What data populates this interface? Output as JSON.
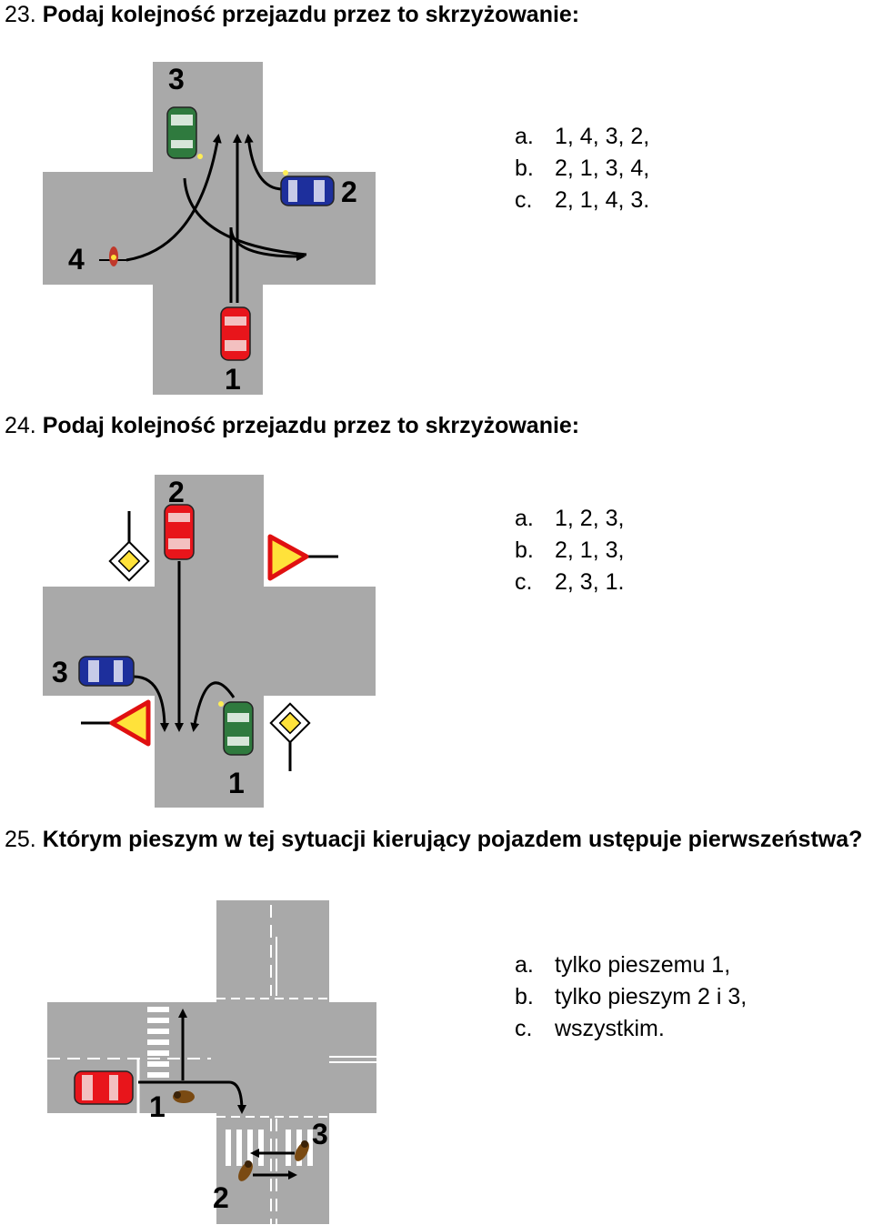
{
  "questions": [
    {
      "number": "23.",
      "text": "Podaj kolejność przejazdu przez to skrzyżowanie:",
      "answers": [
        {
          "label": "a.",
          "text": "1, 4, 3, 2,"
        },
        {
          "label": "b.",
          "text": "2, 1, 3, 4,"
        },
        {
          "label": "c.",
          "text": "2, 1, 4, 3."
        }
      ],
      "figure_labels": [
        "1",
        "2",
        "3",
        "4"
      ]
    },
    {
      "number": "24.",
      "text": "Podaj kolejność przejazdu przez to skrzyżowanie:",
      "answers": [
        {
          "label": "a.",
          "text": "1, 2, 3,"
        },
        {
          "label": "b.",
          "text": "2, 1, 3,"
        },
        {
          "label": "c.",
          "text": "2, 3, 1."
        }
      ],
      "figure_labels": [
        "1",
        "2",
        "3"
      ]
    },
    {
      "number": "25.",
      "text": "Którym pieszym w tej sytuacji kierujący pojazdem ustępuje pierwszeństwa?",
      "answers": [
        {
          "label": "a.",
          "text": "tylko pieszemu 1,"
        },
        {
          "label": "b.",
          "text": "tylko pieszym 2 i 3,"
        },
        {
          "label": "c.",
          "text": "wszystkim."
        }
      ],
      "figure_labels": [
        "1",
        "2",
        "3"
      ]
    }
  ],
  "colors": {
    "road": "#a9a9a9",
    "car_red": "#e8151b",
    "car_green": "#2f7a3e",
    "car_blue": "#1d2f9c",
    "sign_yellow": "#ffe23a",
    "sign_red": "#e01010",
    "arrow": "#000000"
  }
}
